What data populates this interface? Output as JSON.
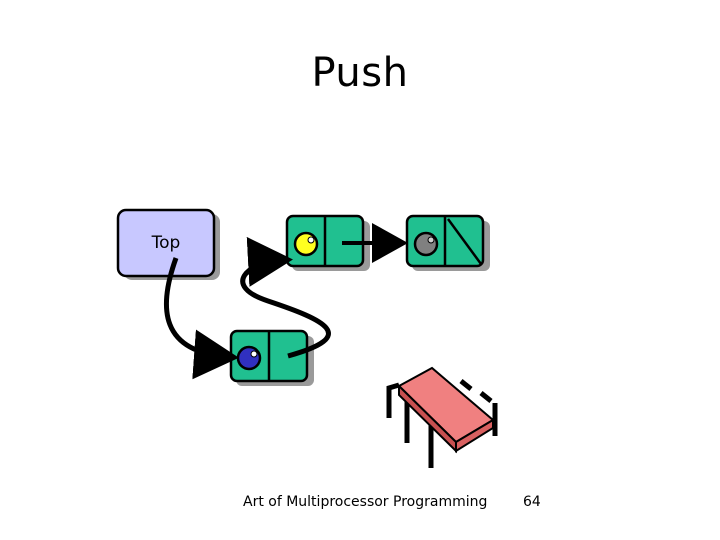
{
  "slide": {
    "title": "Push",
    "top_label": "Top"
  },
  "footer": {
    "course_title": "Art of Multiprocessor Programming",
    "page_number": "64"
  },
  "colors": {
    "top_box_fill": "#c8c8ff",
    "node_fill": "#20c090",
    "yellow_item": "#ffff20",
    "gray_item": "#808080",
    "blue_item": "#3030c0",
    "thread_body": "#f08080",
    "outline": "#000000",
    "shadow": "#9a9a9a"
  },
  "icons": {
    "thread": "thread-chip-icon"
  }
}
